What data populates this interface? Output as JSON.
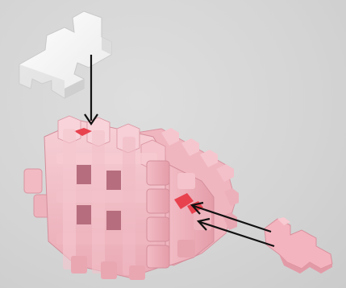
{
  "scene": {
    "background_color": "#d6d6d6",
    "white_piece_color": "#ffffff",
    "pink_assembly_color": "#f3c0c8",
    "pink_piece_color": "#f4b4bf",
    "highlight_color": "#e8424f",
    "arrow_color": "#111111"
  },
  "steps": [
    {
      "piece": "white-connector",
      "arrow": "single-down-arrow",
      "target": "top-slot"
    },
    {
      "piece": "pink-connector",
      "arrow": "double-left-arrow",
      "target": "side-slot"
    }
  ]
}
